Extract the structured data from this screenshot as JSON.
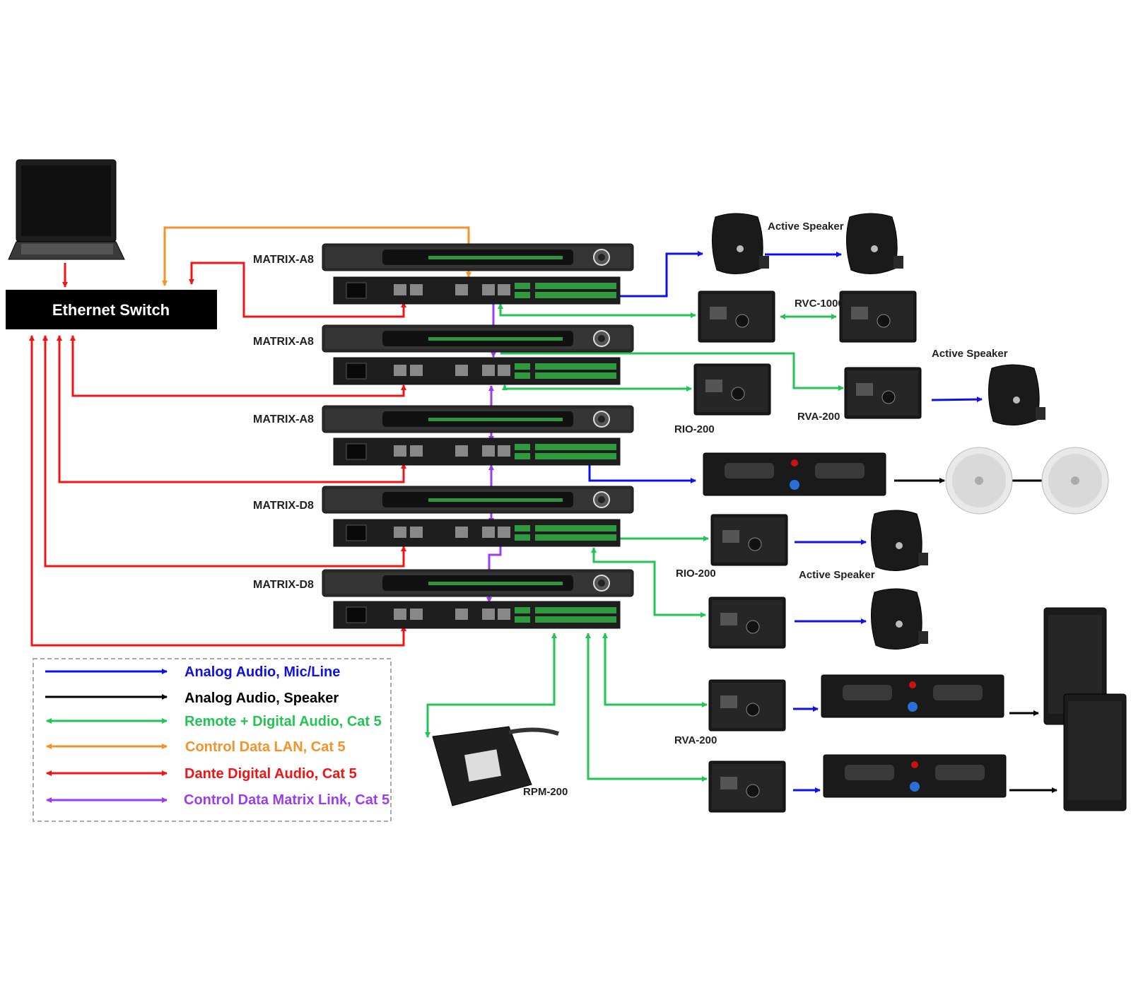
{
  "colors": {
    "analog_mic": "#1010e8",
    "analog_speaker": "#000000",
    "remote_digital": "#22c454",
    "control_lan": "#f5922a",
    "dante": "#f01414",
    "matrix_link": "#9a3cf0"
  },
  "switch": {
    "label": "Ethernet Switch"
  },
  "matrix": {
    "a8_1": "MATRIX-A8",
    "a8_2": "MATRIX-A8",
    "a8_3": "MATRIX-A8",
    "d8_1": "MATRIX-D8",
    "d8_2": "MATRIX-D8"
  },
  "devices": {
    "active_speaker_top": "Active Speaker",
    "rvc_1000": "RVC-1000",
    "active_speaker_right": "Active Speaker",
    "rio_200_a": "RIO-200",
    "rva_200_a": "RVA-200",
    "rio_200_b": "RIO-200",
    "active_speaker_mid": "Active Speaker",
    "rva_200_b": "RVA-200",
    "rpm_200": "RPM-200"
  },
  "legend": [
    {
      "label": "Analog Audio, Mic/Line",
      "color": "#1010e8",
      "style": "one-way"
    },
    {
      "label": "Analog Audio, Speaker",
      "color": "#000000",
      "style": "one-way"
    },
    {
      "label": "Remote + Digital Audio, Cat 5",
      "color": "#22c454",
      "style": "two-way"
    },
    {
      "label": "Control Data LAN, Cat 5",
      "color": "#f5922a",
      "style": "two-way"
    },
    {
      "label": "Dante Digital Audio, Cat 5",
      "color": "#f01414",
      "style": "two-way"
    },
    {
      "label": "Control Data Matrix Link, Cat 5",
      "color": "#9a3cf0",
      "style": "two-way"
    }
  ],
  "icons": [
    "laptop-icon",
    "rack-unit-icon",
    "active-speaker-icon",
    "wall-panel-icon",
    "power-amplifier-icon",
    "ceiling-speaker-icon",
    "loudspeaker-cabinet-icon",
    "paging-mic-icon"
  ]
}
